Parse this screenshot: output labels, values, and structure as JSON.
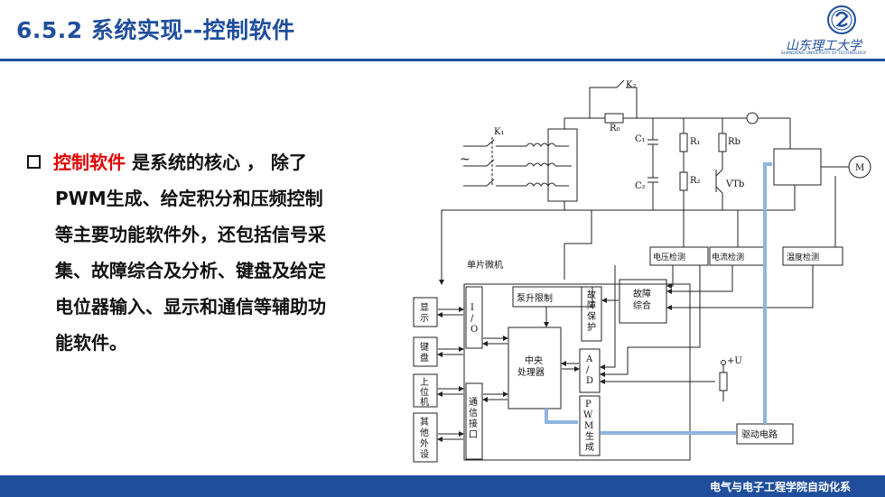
{
  "slide": {
    "title": "6.5.2 系统实现--控制软件",
    "logo": {
      "caption": "山东理工大学",
      "sub": "SHANDONG UNIVERSITY OF TECHNOLOGY"
    },
    "footer": "电气与电子工程学院自动化系"
  },
  "body": {
    "lead": "控制软件",
    "line1_rest": "  是系统的核心 ，  除了",
    "line2": "PWM生成、给定积分和压频控制",
    "line3": "等主要功能软件外，还包括信号采",
    "line4": "集、故障综合及分析、键盘及给定",
    "line5": "电位器输入、显示和通信等辅助功",
    "line6": "能软件。"
  },
  "diagram": {
    "k1": "K₁",
    "k2": "K₂",
    "r0": "R₀",
    "c1": "C₁",
    "c2": "C₂",
    "r1": "R₁",
    "r2": "R₂",
    "rb": "Rb",
    "vtb": "VTb",
    "motor": "M",
    "ac": "~",
    "plus_u": "+U",
    "mcu": "单片微机",
    "pump": "泵升限制",
    "fault_protect": [
      "故",
      "障",
      "保",
      "护"
    ],
    "fault_combine": [
      "故障",
      "综合"
    ],
    "cpu": [
      "中央",
      "处理器"
    ],
    "io": [
      "I",
      "/",
      "O"
    ],
    "ad": [
      "A",
      "/",
      "D"
    ],
    "pwm": [
      "P",
      "W",
      "M",
      "生",
      "成"
    ],
    "comm": [
      "通",
      "信",
      "接",
      "口"
    ],
    "display": [
      "显",
      "示"
    ],
    "keyboard": [
      "键",
      "盘"
    ],
    "host": [
      "上",
      "位",
      "机"
    ],
    "other": [
      "其",
      "他",
      "外",
      "设"
    ],
    "voltage": "电压检测",
    "current": "电流检测",
    "temp": "温度检测",
    "drive": "驱动电路"
  }
}
